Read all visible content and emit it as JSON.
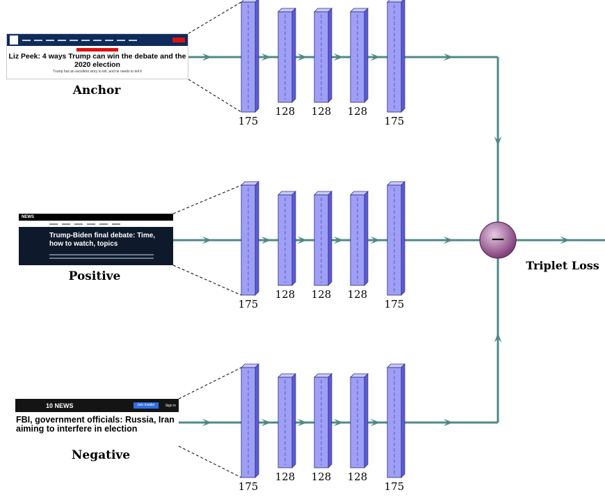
{
  "inputs": [
    {
      "caption": "Anchor"
    },
    {
      "caption": "Positive"
    },
    {
      "caption": "Negative"
    }
  ],
  "thumbnails": {
    "fox": {
      "headline": "Liz Peek: 4 ways Trump can win the debate and the 2020 election",
      "subheadline": "Trump has an excellent story to tell, and he needs to tell it"
    },
    "nbc": {
      "brand": "NEWS",
      "headline": "Trump-Biden final debate: Time, how to watch, topics"
    },
    "tennews": {
      "brand": "10 NEWS",
      "button": "Join Insider",
      "signin": "Sign in",
      "headline": "FBI, government officials: Russia, Iran aiming to interfere in election"
    }
  },
  "layers": [
    "175",
    "128",
    "128",
    "128",
    "175"
  ],
  "loss": {
    "symbol": "−",
    "label": "Triplet Loss"
  },
  "colors": {
    "layer_face": "#9f9ff5",
    "layer_dark": "#5c5cd6",
    "arrow": "#4f8a86",
    "node": "#9a4f93"
  }
}
